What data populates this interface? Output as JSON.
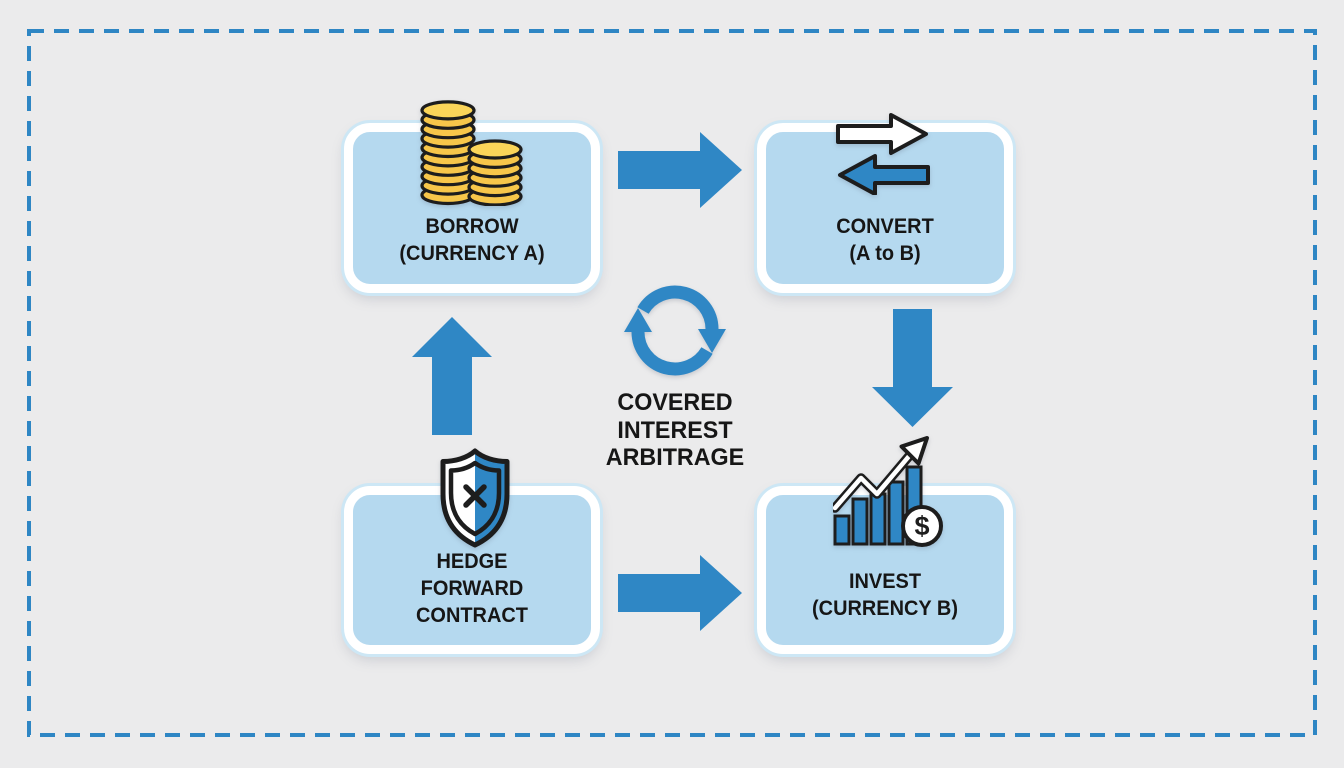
{
  "diagram": {
    "kind": "cycle-flowchart",
    "center": {
      "icon": "cycle-arrows-icon",
      "title_lines": [
        "COVERED",
        "INTEREST",
        "ARBITRAGE"
      ]
    },
    "nodes": {
      "borrow": {
        "icon": "coin-stacks-icon",
        "lines": [
          "BORROW",
          "(CURRENCY A)"
        ]
      },
      "convert": {
        "icon": "exchange-arrows-icon",
        "lines": [
          "CONVERT",
          "(A to B)"
        ]
      },
      "invest": {
        "icon": "growth-chart-dollar-icon",
        "lines": [
          "INVEST",
          "(CURRENCY B)"
        ],
        "dollar_symbol": "$"
      },
      "hedge": {
        "icon": "shield-cross-icon",
        "lines": [
          "HEDGE",
          "FORWARD",
          "CONTRACT"
        ]
      }
    },
    "flows": [
      {
        "from": "borrow",
        "to": "convert",
        "direction": "right"
      },
      {
        "from": "convert",
        "to": "invest",
        "direction": "down"
      },
      {
        "from": "hedge",
        "to": "invest",
        "direction": "right"
      },
      {
        "from": "hedge",
        "to": "borrow",
        "direction": "up"
      }
    ]
  },
  "colors": {
    "background": "#ebebec",
    "dashed_border": "#2e86c4",
    "arrow_blue": "#2f87c5",
    "box_fill": "#b5d9ef",
    "box_ring": "#cde7f5",
    "coin_gold": "#f7c64a",
    "icon_outline": "#1d1d1d",
    "text": "#161616"
  }
}
